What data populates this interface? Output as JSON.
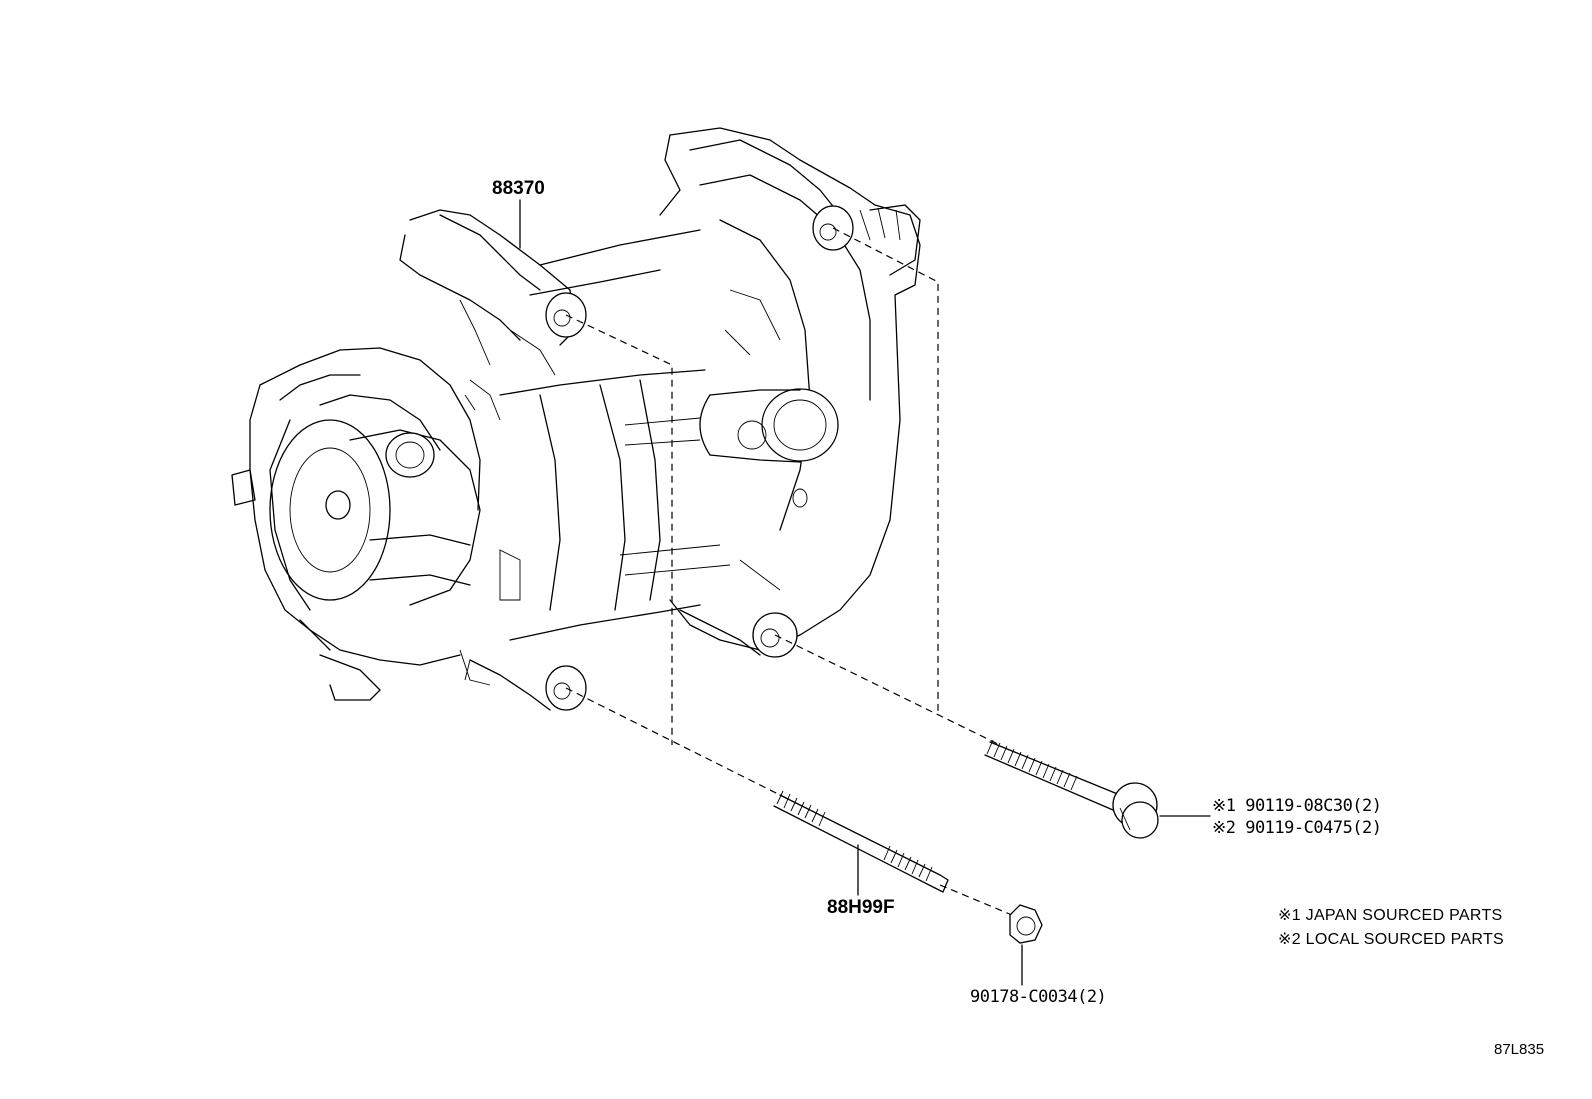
{
  "callouts": {
    "compressor": "88370",
    "stud": "88H99F",
    "nut": "90178-C0034(2)",
    "bolt_japan": "※1 90119-08C30(2)",
    "bolt_local": "※2 90119-C0475(2)"
  },
  "notes": {
    "japan": "※1 JAPAN SOURCED PARTS",
    "local": "※2 LOCAL SOURCED PARTS"
  },
  "illustration_id": "87L835"
}
